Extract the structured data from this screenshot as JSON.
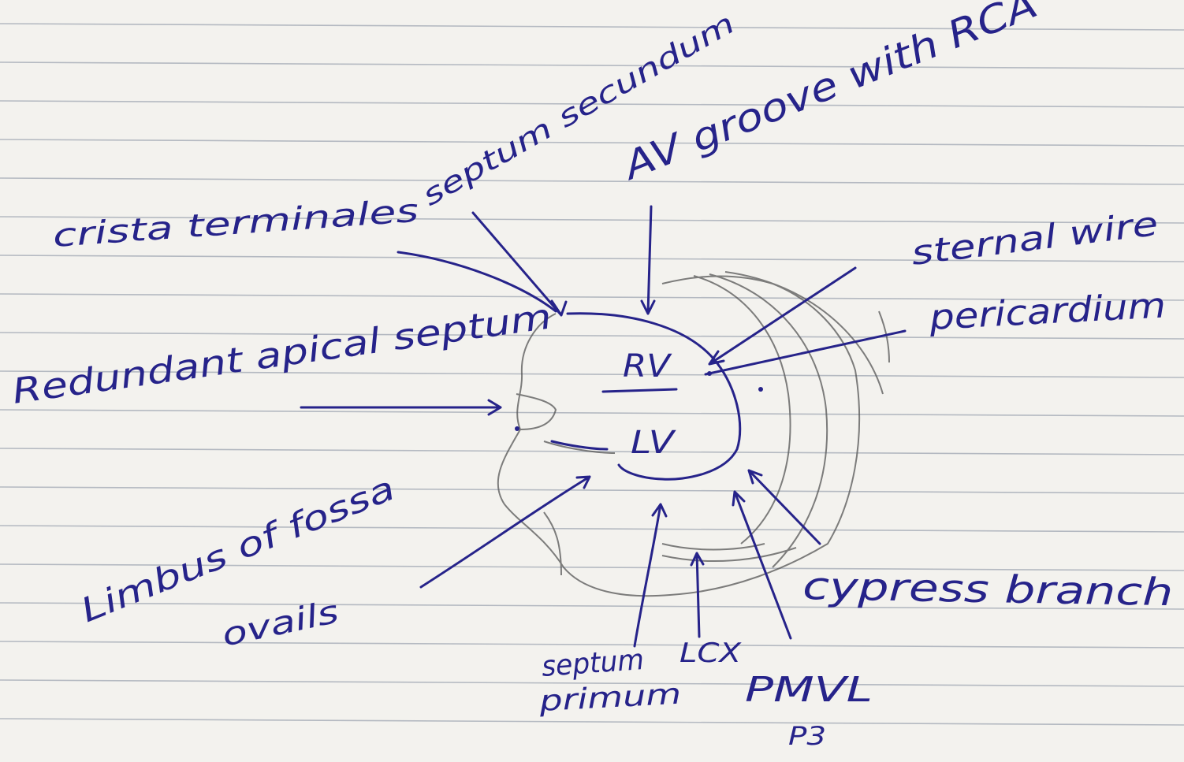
{
  "labels": {
    "crista_terminalis": "crista terminales",
    "septum_secundum": "septum secundum",
    "av_groove": "AV groove with RCA",
    "sternal_wire": "sternal wire",
    "pericardium": "pericardium",
    "redundant_apical_septum": "Redundant apical septum",
    "rv": "RV",
    "lv": "LV",
    "limbus_line1": "Limbus of fossa",
    "limbus_line2": "ovails",
    "cypress_branch": "cypress branch",
    "septum_primum_line1": "septum",
    "septum_primum_line2": "primum",
    "lcx": "LCX",
    "pmvl": "PMVL",
    "p3": "P3"
  },
  "colors": {
    "paper": "#f3f2ee",
    "rule_line": "#9fa7b2",
    "ink": "#26238a",
    "pencil": "#555555"
  }
}
